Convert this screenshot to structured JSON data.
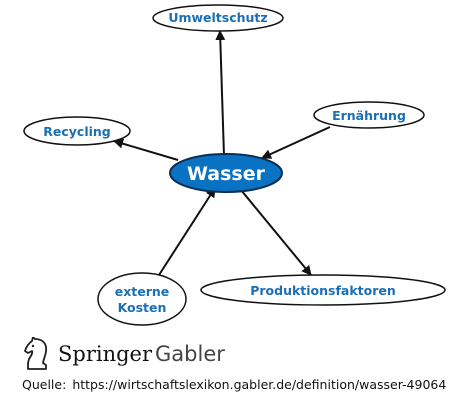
{
  "diagram": {
    "center": "Wasser",
    "nodes": {
      "umweltschutz": "Umweltschutz",
      "ernaehrung": "Ernährung",
      "recycling": "Recycling",
      "externe_kosten_line1": "externe",
      "externe_kosten_line2": "Kosten",
      "produktionsfaktoren": "Produktionsfaktoren"
    },
    "edges": [
      {
        "from": "Wasser",
        "to": "Umweltschutz"
      },
      {
        "from": "Ernährung",
        "to": "Wasser"
      },
      {
        "from": "Wasser",
        "to": "Recycling"
      },
      {
        "from": "externe Kosten",
        "to": "Wasser"
      },
      {
        "from": "Wasser",
        "to": "Produktionsfaktoren"
      }
    ],
    "colors": {
      "center_fill": "#0a72c2",
      "center_stroke": "#0b2e55",
      "node_text": "#1b6fb5",
      "outline": "#111111"
    }
  },
  "publisher": {
    "brand_part1": "Springer",
    "brand_part2": "Gabler",
    "logo_icon": "chess-knight-icon"
  },
  "source": {
    "label": "Quelle:",
    "url": "https://wirtschaftslexikon.gabler.de/definition/wasser-49064"
  }
}
